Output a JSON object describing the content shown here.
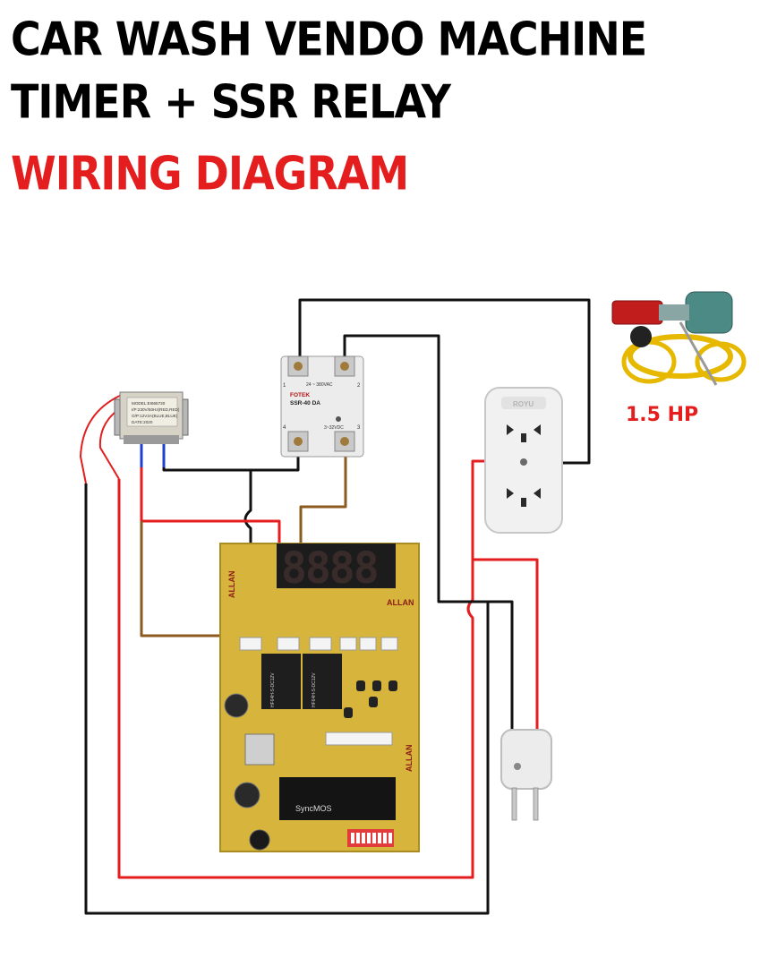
{
  "header": {
    "line1": "CAR WASH VENDO MACHINE",
    "line2": "TIMER + SSR RELAY",
    "line3": "WIRING DIAGRAM"
  },
  "pump": {
    "label": "1.5 HP"
  },
  "transformer": {
    "label_lines": [
      "MODEL:EI665730",
      "I/P:230V/50Hz(RED,RED)",
      "O/P:12V2A(BLUE,BLUE)",
      "DATE:2020"
    ]
  },
  "ssr": {
    "brand": "FOTEK",
    "model": "SSR-40 DA",
    "load_range": "24 ~ 380VAC",
    "input_range": "3~32VDC",
    "terminal_1": "1",
    "terminal_2": "2",
    "terminal_3": "3",
    "terminal_4": "4"
  },
  "outlet": {
    "brand": "ROYU"
  },
  "board": {
    "brand": "ALLAN",
    "display_digits": "8888",
    "chip_label": "SyncMOS",
    "relay_label": "HF64H-S-DC12V"
  },
  "colors": {
    "title": "#000000",
    "accent": "#e41e1e",
    "wire_black": "#111111",
    "wire_red": "#e41e1e",
    "wire_brown": "#8b5a1f",
    "wire_blue": "#1f3fd1",
    "board": "#d7b53c"
  }
}
